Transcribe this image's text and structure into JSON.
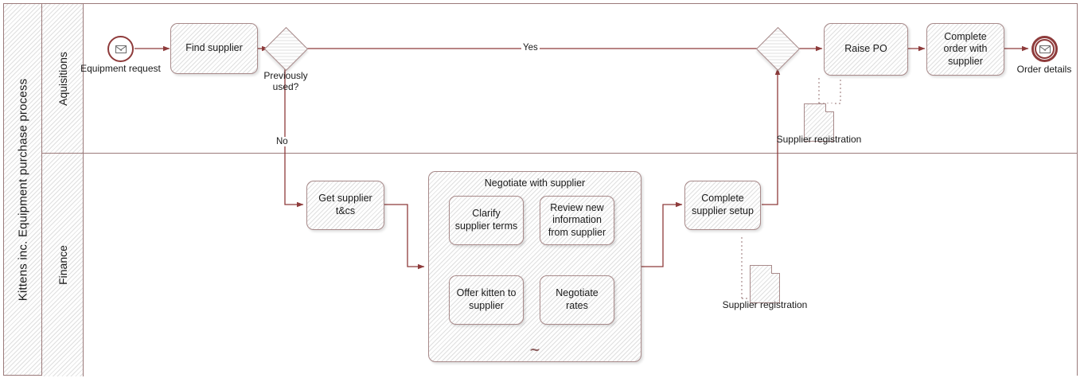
{
  "pool": {
    "label": "Kittens inc. Equipment purchase process",
    "lanes": [
      {
        "id": "acquisitions",
        "label": "Aquisitions"
      },
      {
        "id": "finance",
        "label": "Finance"
      }
    ]
  },
  "colors": {
    "flow_line": "#8e3b3b",
    "shape_border": "#a88a8a",
    "lane_border": "#9b7a7a",
    "shape_fill": "#f0f0f0",
    "text": "#1a1a1a"
  },
  "events": {
    "start": {
      "name": "Equipment request",
      "type": "message-start-event"
    },
    "end": {
      "name": "Order details",
      "type": "message-end-event"
    }
  },
  "gateways": [
    {
      "id": "previously-used",
      "label": "Previously used?",
      "type": "exclusive-gateway"
    },
    {
      "id": "merge",
      "label": "",
      "type": "exclusive-gateway"
    }
  ],
  "tasks": {
    "find_supplier": "Find supplier",
    "raise_po": "Raise PO",
    "complete_order": "Complete order with supplier",
    "get_terms": "Get supplier t&cs",
    "complete_setup": "Complete supplier setup"
  },
  "subprocess": {
    "title": "Negotiate with supplier",
    "marker": "∼",
    "tasks": [
      "Clarify supplier terms",
      "Review new information from supplier",
      "Offer kitten to supplier",
      "Negotiate rates"
    ]
  },
  "data_objects": [
    {
      "id": "supplier-registration-top",
      "label": "Supplier registration"
    },
    {
      "id": "supplier-registration-bottom",
      "label": "Supplier registration"
    }
  ],
  "flow_labels": {
    "yes": "Yes",
    "no": "No"
  }
}
